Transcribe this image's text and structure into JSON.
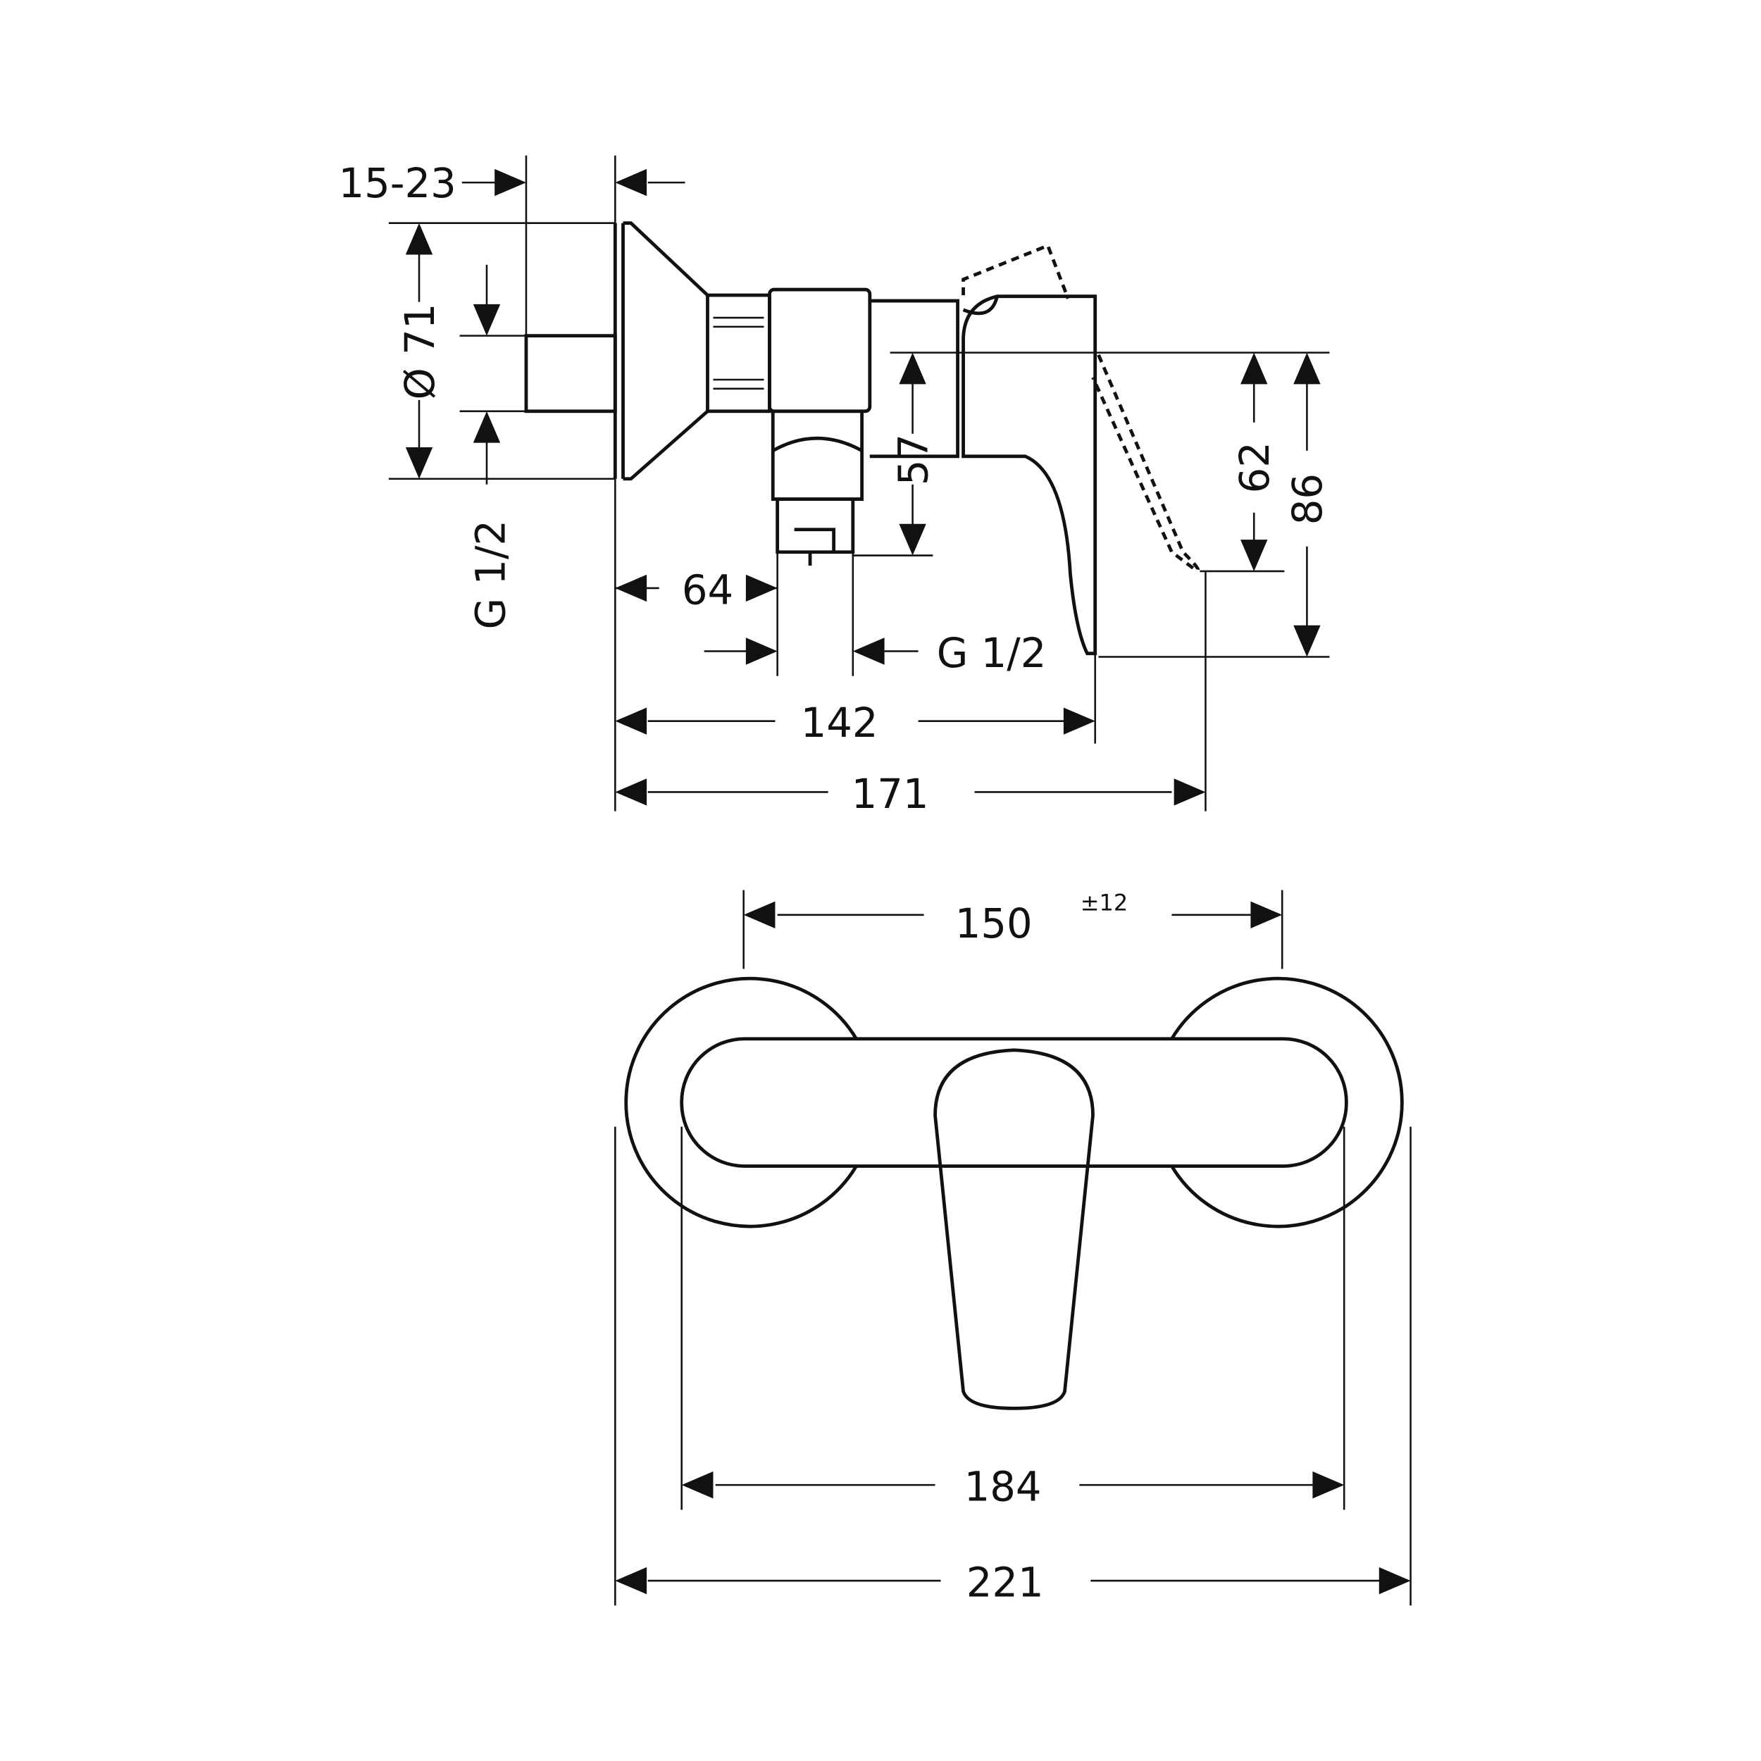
{
  "side_view": {
    "wall_depth": "15-23",
    "escutcheon_diameter": "Ø 71",
    "inlet_thread": "G 1/2",
    "offset_64": "64",
    "outlet_thread": "G 1/2",
    "height_57": "57",
    "height_62": "62",
    "height_86": "86",
    "depth_142": "142",
    "depth_171": "171"
  },
  "front_view": {
    "center_distance": "150",
    "center_tolerance": "±12",
    "body_width": "184",
    "overall_width": "221"
  }
}
